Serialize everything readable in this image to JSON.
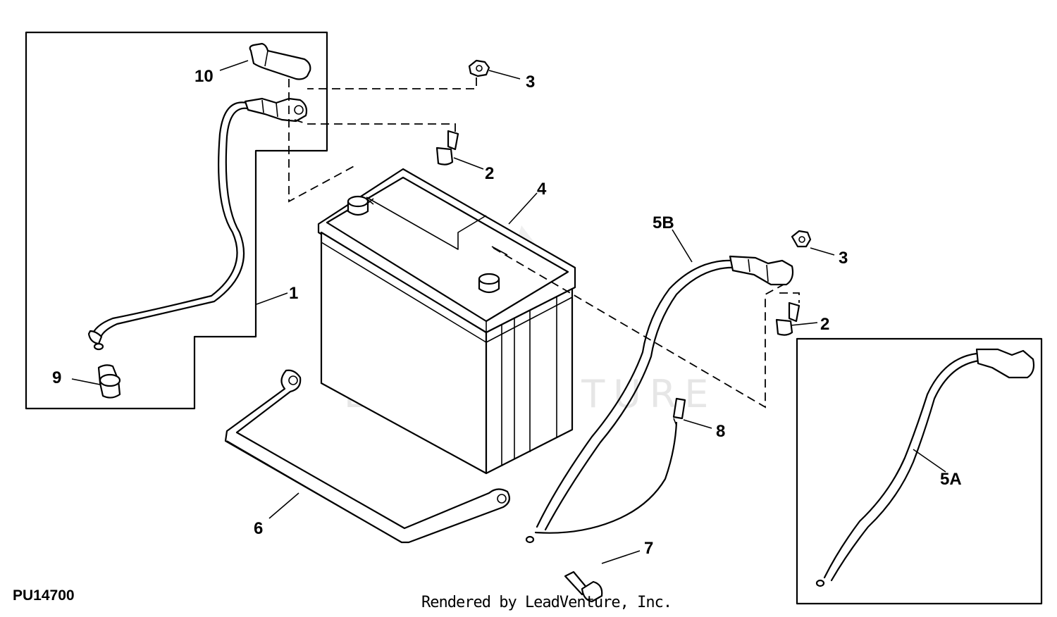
{
  "diagram": {
    "page_id": "PU14700",
    "render_credit": "Rendered by LeadVenture, Inc.",
    "watermark": "LEADVENTURE",
    "callouts": {
      "c1": "1",
      "c2a": "2",
      "c2b": "2",
      "c3a": "3",
      "c3b": "3",
      "c4": "4",
      "c5a": "5A",
      "c5b": "5B",
      "c6": "6",
      "c7": "7",
      "c8": "8",
      "c9": "9",
      "c10": "10"
    }
  }
}
